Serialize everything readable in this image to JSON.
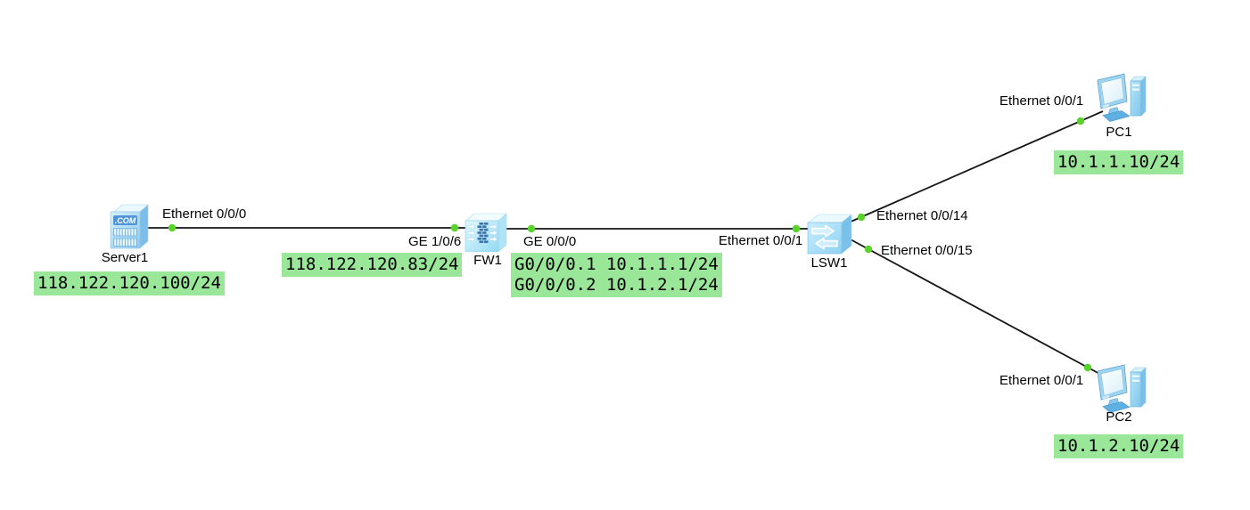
{
  "canvas": {
    "background": "#ffffff"
  },
  "colors": {
    "link_line": "#141414",
    "port_up_dot": "#57d32a",
    "ip_note_bg": "#9ae79a",
    "label_text": "#000000",
    "device_fill": "#9fd9f3"
  },
  "devices": {
    "server1": {
      "name": "Server1",
      "type": "server",
      "ip_note": "118.122.120.100/24"
    },
    "fw1": {
      "name": "FW1",
      "type": "firewall",
      "wan_ip_note": "118.122.120.83/24",
      "subif_note_line1": "G0/0/0.1 10.1.1.1/24",
      "subif_note_line2": "G0/0/0.2 10.1.2.1/24"
    },
    "lsw1": {
      "name": "LSW1",
      "type": "switch"
    },
    "pc1": {
      "name": "PC1",
      "type": "pc",
      "ip_note": "10.1.1.10/24"
    },
    "pc2": {
      "name": "PC2",
      "type": "pc",
      "ip_note": "10.1.2.10/24"
    }
  },
  "port_labels": {
    "server1_eth0": "Ethernet 0/0/0",
    "fw1_ge_1_0_6": "GE 1/0/6",
    "fw1_ge_0_0_0": "GE 0/0/0",
    "lsw1_eth_0_0_1": "Ethernet 0/0/1",
    "lsw1_eth_0_0_14": "Ethernet 0/0/14",
    "lsw1_eth_0_0_15": "Ethernet 0/0/15",
    "pc1_eth_0_0_1": "Ethernet 0/0/1",
    "pc2_eth_0_0_1": "Ethernet 0/0/1"
  },
  "links": [
    {
      "from": "Server1:Ethernet 0/0/0",
      "to": "FW1:GE 1/0/6"
    },
    {
      "from": "FW1:GE 0/0/0",
      "to": "LSW1:Ethernet 0/0/1"
    },
    {
      "from": "LSW1:Ethernet 0/0/14",
      "to": "PC1:Ethernet 0/0/1"
    },
    {
      "from": "LSW1:Ethernet 0/0/15",
      "to": "PC2:Ethernet 0/0/1"
    }
  ]
}
